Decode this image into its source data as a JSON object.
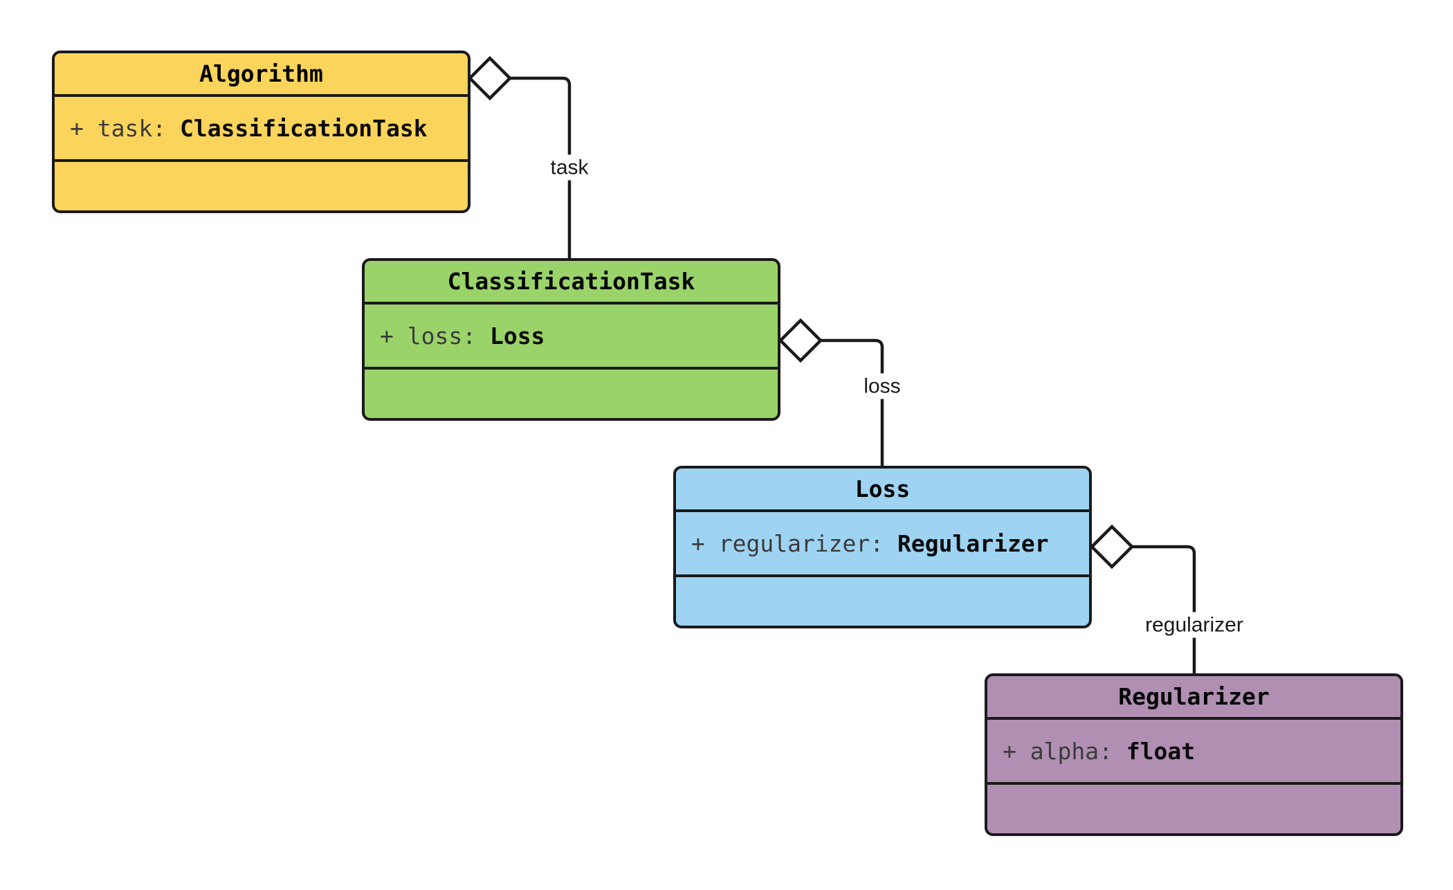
{
  "diagram": {
    "type": "uml-class-diagram",
    "background": "#ffffff",
    "line_color": "#1a1a1a",
    "classes": [
      {
        "name": "Algorithm",
        "fill": "#FBD45C",
        "attribute": {
          "prefix": "+ task: ",
          "type": "ClassificationTask"
        }
      },
      {
        "name": "ClassificationTask",
        "fill": "#9AD369",
        "attribute": {
          "prefix": "+ loss: ",
          "type": "Loss"
        }
      },
      {
        "name": "Loss",
        "fill": "#9ED3F2",
        "attribute": {
          "prefix": "+ regularizer: ",
          "type": "Regularizer"
        }
      },
      {
        "name": "Regularizer",
        "fill": "#B18FB3",
        "attribute": {
          "prefix": "+ alpha: ",
          "type": "float"
        }
      }
    ],
    "edges": [
      {
        "label": "task",
        "from": "Algorithm",
        "to": "ClassificationTask",
        "kind": "aggregation"
      },
      {
        "label": "loss",
        "from": "ClassificationTask",
        "to": "Loss",
        "kind": "aggregation"
      },
      {
        "label": "regularizer",
        "from": "Loss",
        "to": "Regularizer",
        "kind": "aggregation"
      }
    ]
  }
}
